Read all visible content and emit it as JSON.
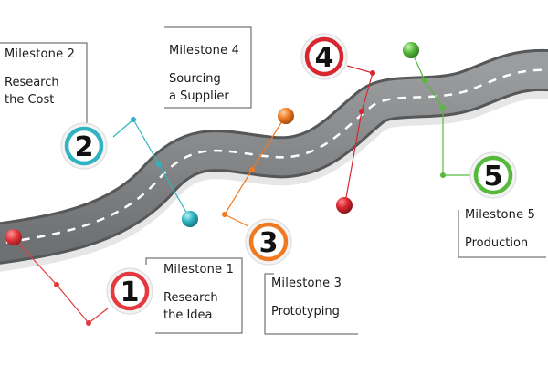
{
  "milestones": [
    {
      "number": "1",
      "title": "Milestone 1",
      "description": "Research\nthe Idea",
      "color": "#e4393f"
    },
    {
      "number": "2",
      "title": "Milestone 2",
      "description": "Research\nthe Cost",
      "color": "#2fb3c3"
    },
    {
      "number": "3",
      "title": "Milestone 3",
      "description": "Prototyping",
      "color": "#ef7a22"
    },
    {
      "number": "4",
      "title": "Milestone 4",
      "description": "Sourcing\na Supplier",
      "color": "#d82630"
    },
    {
      "number": "5",
      "title": "Milestone 5",
      "description": "Production",
      "color": "#56b93c"
    }
  ],
  "colors": {
    "road": "#7c7e80",
    "road_edge": "#5a5c5e",
    "lane_marking": "#ffffff",
    "bracket": "#444444"
  }
}
